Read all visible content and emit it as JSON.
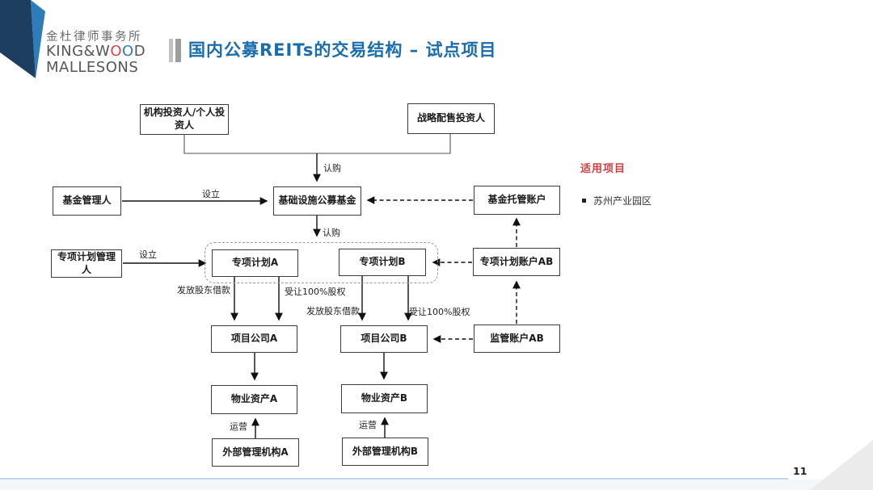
{
  "header": {
    "logo": {
      "cn_name": "金杜律师事务所",
      "en_line1_prefix": "KING&W",
      "en_line1_o1": "O",
      "en_line1_o2": "O",
      "en_line1_suffix": "D",
      "en_line2": "MALLESONS"
    },
    "title": "国内公募REITs的交易结构 – 试点项目"
  },
  "diagram": {
    "nodes": {
      "investors": "机构投资人/个人投资人",
      "strategic": "战略配售投资人",
      "fund_manager": "基金管理人",
      "public_fund": "基础设施公募基金",
      "custody_account": "基金托管账户",
      "plan_manager": "专项计划管理人",
      "plan_a": "专项计划A",
      "plan_b": "专项计划B",
      "plan_account": "专项计划账户AB",
      "project_a": "项目公司A",
      "project_b": "项目公司B",
      "supervision_account": "监管账户AB",
      "property_a": "物业资产A",
      "property_b": "物业资产B",
      "ext_manager_a": "外部管理机构A",
      "ext_manager_b": "外部管理机构B"
    },
    "edge_labels": {
      "subscribe_top": "认购",
      "establish_fund": "设立",
      "subscribe_plan": "认购",
      "establish_plan": "设立",
      "loan_a": "发放股东借款",
      "equity_a": "受让100%股权",
      "loan_b": "发放股东借款",
      "equity_b": "受让100%股权",
      "operate_a": "运营",
      "operate_b": "运营"
    }
  },
  "sidebar": {
    "heading": "适用项目",
    "items": [
      "苏州产业园区"
    ]
  },
  "footer": {
    "page_number": "11"
  },
  "colors": {
    "title_blue": "#1a6dad",
    "accent_red": "#cf4040",
    "logo_navy": "#1d3e5e",
    "logo_blue": "#2e7cb8",
    "footer_line_blue": "#c2d8ea"
  }
}
